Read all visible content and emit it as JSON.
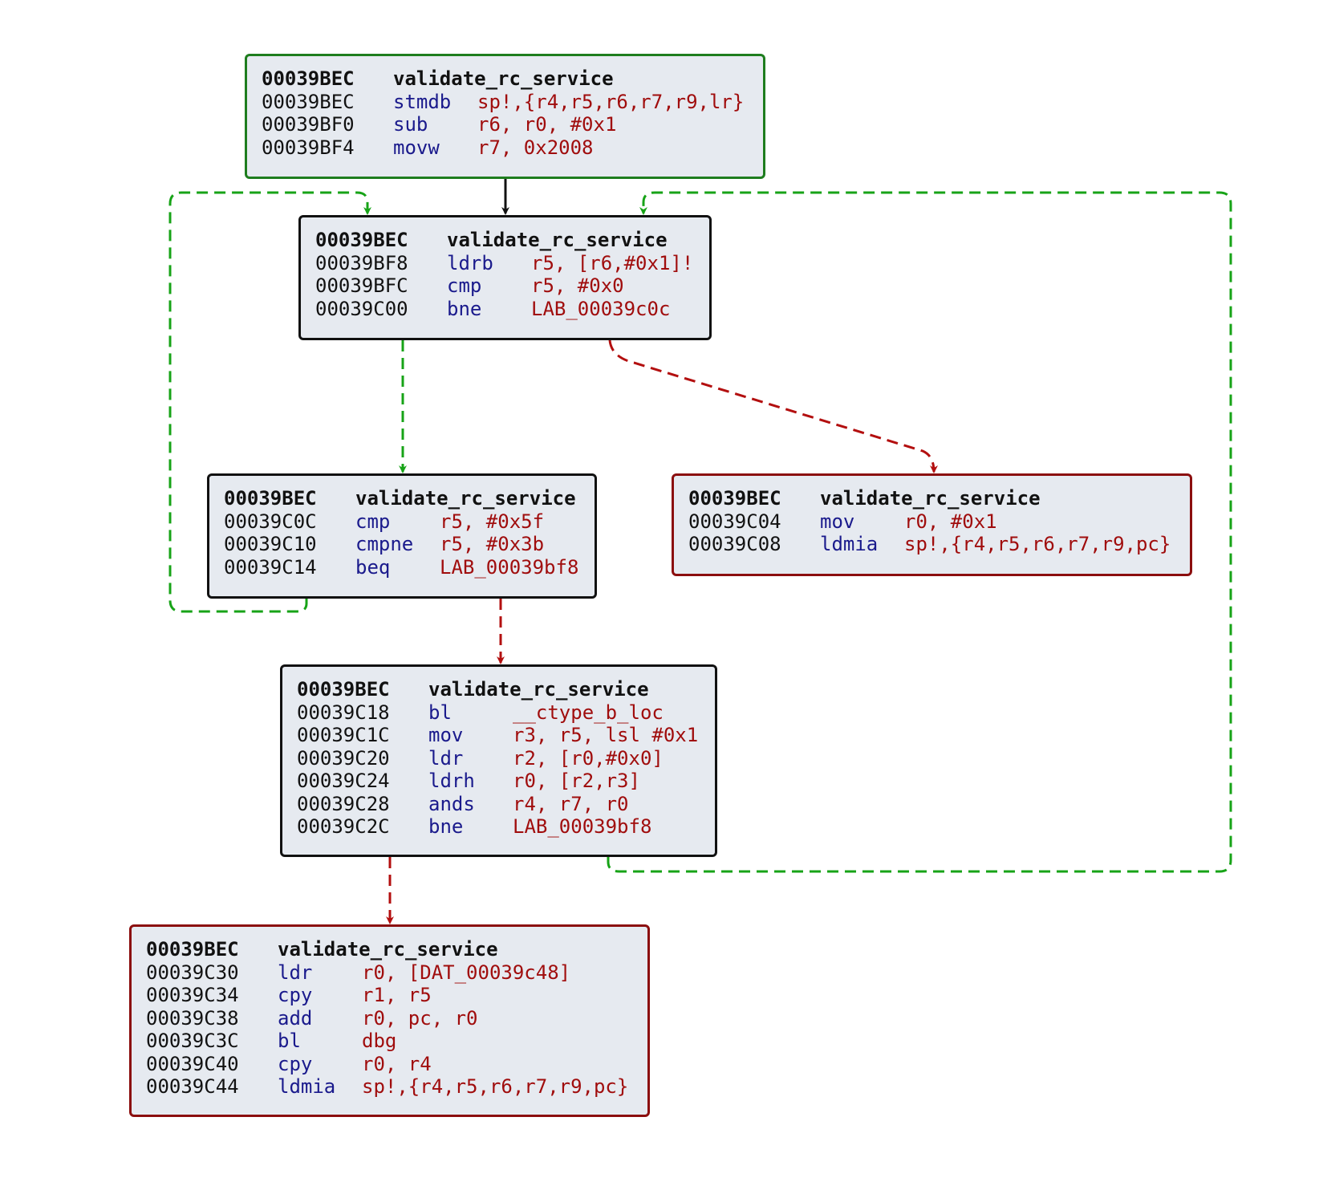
{
  "function_name": "validate_rc_service",
  "colors": {
    "block_fill": "#e6eaf0",
    "entry_border": "#1e7d1e",
    "exit_border": "#8b0e0e",
    "normal_border": "#111111",
    "edge_true": "#17a317",
    "edge_false": "#b30f0f",
    "edge_fallthrough": "#111111",
    "mnemonic": "#1a1a8c",
    "operand": "#a00d0d"
  },
  "blocks": [
    {
      "id": "b0",
      "kind": "entry",
      "header": {
        "addr": "00039BEC",
        "name": "validate_rc_service"
      },
      "lines": [
        {
          "addr": "00039BEC",
          "mn": "stmdb",
          "ops": "sp!,{r4,r5,r6,r7,r9,lr}"
        },
        {
          "addr": "00039BF0",
          "mn": "sub",
          "ops": "r6, r0, #0x1"
        },
        {
          "addr": "00039BF4",
          "mn": "movw",
          "ops": "r7, 0x2008"
        }
      ]
    },
    {
      "id": "b1",
      "kind": "normal",
      "header": {
        "addr": "00039BEC",
        "name": "validate_rc_service"
      },
      "lines": [
        {
          "addr": "00039BF8",
          "mn": "ldrb",
          "ops": "r5, [r6,#0x1]!"
        },
        {
          "addr": "00039BFC",
          "mn": "cmp",
          "ops": "r5, #0x0"
        },
        {
          "addr": "00039C00",
          "mn": "bne",
          "ops": "LAB_00039c0c"
        }
      ]
    },
    {
      "id": "b2",
      "kind": "normal",
      "header": {
        "addr": "00039BEC",
        "name": "validate_rc_service"
      },
      "lines": [
        {
          "addr": "00039C0C",
          "mn": "cmp",
          "ops": "r5, #0x5f"
        },
        {
          "addr": "00039C10",
          "mn": "cmpne",
          "ops": "r5, #0x3b"
        },
        {
          "addr": "00039C14",
          "mn": "beq",
          "ops": "LAB_00039bf8"
        }
      ]
    },
    {
      "id": "b3",
      "kind": "exit",
      "header": {
        "addr": "00039BEC",
        "name": "validate_rc_service"
      },
      "lines": [
        {
          "addr": "00039C04",
          "mn": "mov",
          "ops": "r0, #0x1"
        },
        {
          "addr": "00039C08",
          "mn": "ldmia",
          "ops": "sp!,{r4,r5,r6,r7,r9,pc}"
        }
      ]
    },
    {
      "id": "b4",
      "kind": "normal",
      "header": {
        "addr": "00039BEC",
        "name": "validate_rc_service"
      },
      "lines": [
        {
          "addr": "00039C18",
          "mn": "bl",
          "ops": "__ctype_b_loc"
        },
        {
          "addr": "00039C1C",
          "mn": "mov",
          "ops": "r3, r5, lsl #0x1"
        },
        {
          "addr": "00039C20",
          "mn": "ldr",
          "ops": "r2, [r0,#0x0]"
        },
        {
          "addr": "00039C24",
          "mn": "ldrh",
          "ops": "r0, [r2,r3]"
        },
        {
          "addr": "00039C28",
          "mn": "ands",
          "ops": "r4, r7, r0"
        },
        {
          "addr": "00039C2C",
          "mn": "bne",
          "ops": "LAB_00039bf8"
        }
      ]
    },
    {
      "id": "b5",
      "kind": "exit",
      "header": {
        "addr": "00039BEC",
        "name": "validate_rc_service"
      },
      "lines": [
        {
          "addr": "00039C30",
          "mn": "ldr",
          "ops": "r0, [DAT_00039c48]"
        },
        {
          "addr": "00039C34",
          "mn": "cpy",
          "ops": "r1, r5"
        },
        {
          "addr": "00039C38",
          "mn": "add",
          "ops": "r0, pc, r0"
        },
        {
          "addr": "00039C3C",
          "mn": "bl",
          "ops": "dbg"
        },
        {
          "addr": "00039C40",
          "mn": "cpy",
          "ops": "r0, r4"
        },
        {
          "addr": "00039C44",
          "mn": "ldmia",
          "ops": "sp!,{r4,r5,r6,r7,r9,pc}"
        }
      ]
    }
  ],
  "edges": [
    {
      "from": "b0",
      "to": "b1",
      "kind": "fallthrough"
    },
    {
      "from": "b1",
      "to": "b2",
      "kind": "true"
    },
    {
      "from": "b1",
      "to": "b3",
      "kind": "false"
    },
    {
      "from": "b2",
      "to": "b1",
      "kind": "true"
    },
    {
      "from": "b2",
      "to": "b4",
      "kind": "false"
    },
    {
      "from": "b4",
      "to": "b1",
      "kind": "true"
    },
    {
      "from": "b4",
      "to": "b5",
      "kind": "false"
    }
  ]
}
